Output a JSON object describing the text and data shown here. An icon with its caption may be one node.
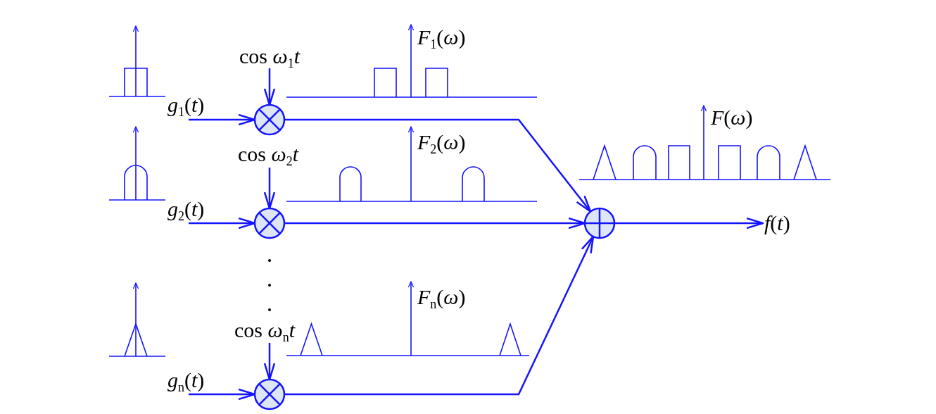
{
  "diagram": {
    "nodes": [
      {
        "text": [
          "*g*$_{1}$(*t*)"
        ]
      },
      {
        "text": [
          "*g*$_{2}$(*t*)"
        ]
      },
      {
        "text": [
          "*g*$_{n}$(*t*)"
        ]
      },
      {
        "text": [
          "cos *ω*$_{1}$*t*"
        ]
      },
      {
        "text": [
          "cos *ω*$_{2}$*t*"
        ]
      },
      {
        "text": [
          "cos *ω*$_{n}$*t*"
        ]
      },
      {
        "text": [],
        "shape": "circle"
      },
      {
        "text": [],
        "shape": "circle"
      },
      {
        "text": [],
        "shape": "circle"
      },
      {
        "text": [],
        "shape": "circle"
      },
      {
        "text": [
          "*f*(*t*)"
        ]
      }
    ],
    "edges": [
      {
        "from": 0,
        "to": 6,
        "arrow": "to"
      },
      {
        "from": 1,
        "to": 7,
        "arrow": "to"
      },
      {
        "from": 2,
        "to": 8,
        "arrow": "to"
      },
      {
        "from": 3,
        "to": 6,
        "arrow": "to"
      },
      {
        "from": 4,
        "to": 7,
        "arrow": "to"
      },
      {
        "from": 5,
        "to": 8,
        "arrow": "to"
      },
      {
        "from": 6,
        "to": 9,
        "arrow": "to"
      },
      {
        "from": 7,
        "to": 9,
        "arrow": "to"
      },
      {
        "from": 8,
        "to": 9,
        "arrow": "to"
      },
      {
        "from": 9,
        "to": 10,
        "arrow": "to"
      }
    ],
    "labels": [
      "*F*$_{1}$(*ω*)",
      "*F*(*ω*)",
      "*F*$_{2}$(*ω*)",
      "*F*$_{n}$(*ω*)"
    ]
  }
}
